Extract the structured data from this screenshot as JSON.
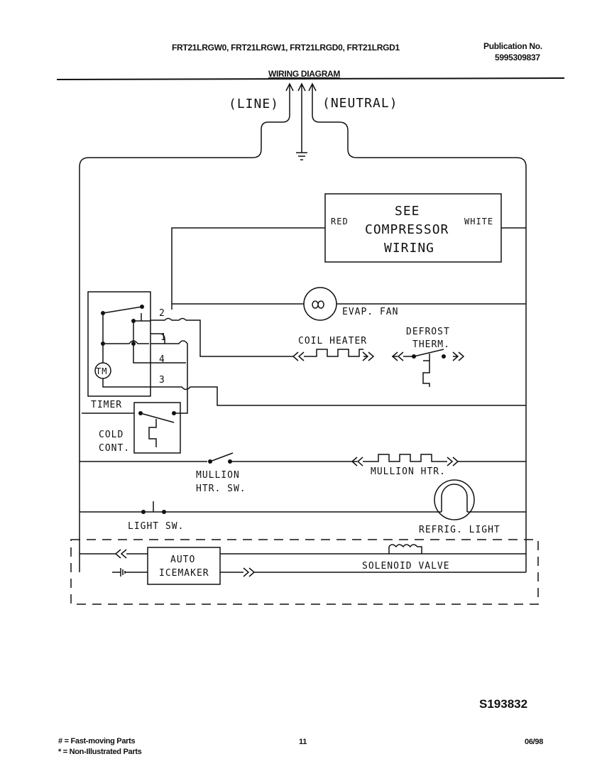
{
  "header": {
    "models": "FRT21LRGW0, FRT21LRGW1, FRT21LRGD0, FRT21LRGD1",
    "publication_label": "Publication No.",
    "publication_number": "5995309837",
    "title": "WIRING DIAGRAM"
  },
  "diagram": {
    "line": "(LINE)",
    "neutral": "(NEUTRAL)",
    "compressor_box": {
      "line1": "SEE",
      "line2": "COMPRESSOR",
      "line3": "WIRING",
      "left_wire": "RED",
      "right_wire": "WHITE"
    },
    "evap_fan": "EVAP. FAN",
    "coil_heater": "COIL HEATER",
    "defrost_therm": {
      "line1": "DEFROST",
      "line2": "THERM."
    },
    "timer": {
      "label": "TIMER",
      "motor": "TM",
      "terminals": [
        "2",
        "1",
        "4",
        "3"
      ]
    },
    "cold_control": {
      "line1": "COLD",
      "line2": "CONT."
    },
    "mullion_switch": {
      "line1": "MULLION",
      "line2": "HTR. SW."
    },
    "mullion_heater": "MULLION HTR.",
    "light_switch": "LIGHT SW.",
    "refrig_light": "REFRIG. LIGHT",
    "icemaker": {
      "line1": "AUTO",
      "line2": "ICEMAKER"
    },
    "solenoid_valve": "SOLENOID VALVE"
  },
  "diagram_code": "S193832",
  "footer": {
    "legend_fast": "# = Fast-moving Parts",
    "legend_non": "* = Non-Illustrated Parts",
    "page_number": "11",
    "date": "06/98"
  }
}
